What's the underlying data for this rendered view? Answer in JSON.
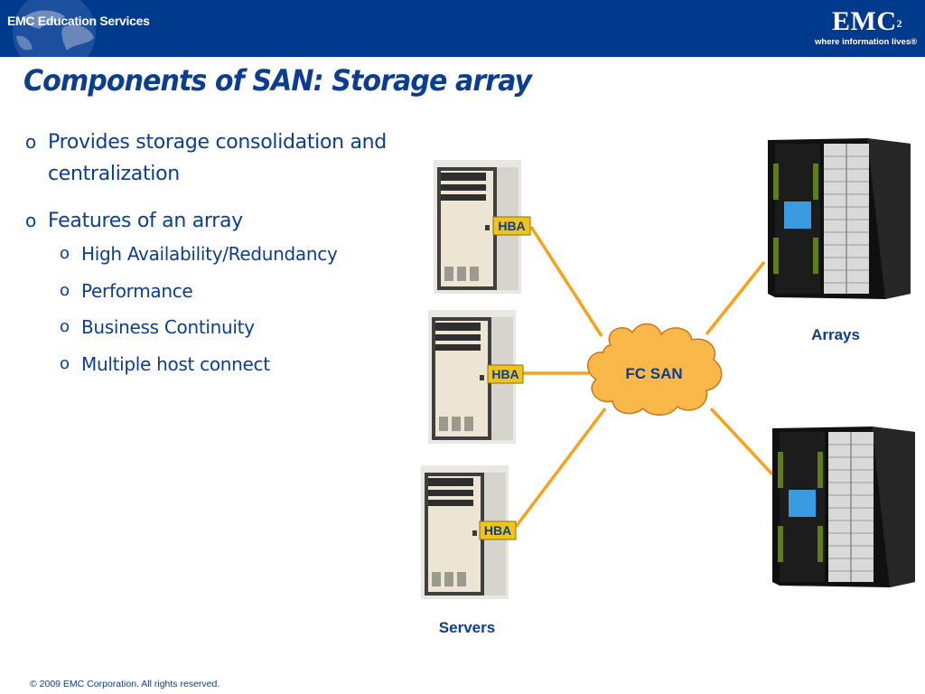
{
  "header": {
    "brand_left": "EMC Education Services",
    "logo_mark": "EMC",
    "logo_superscript": "2",
    "logo_tagline": "where information lives"
  },
  "title": "Components of SAN: Storage array",
  "bullets": {
    "marker": "o",
    "item1": "Provides storage consolidation and centralization",
    "item2": "Features of an array",
    "sub_items": [
      "High Availability/Redundancy",
      "Performance",
      "Business Continuity",
      "Multiple host connect"
    ]
  },
  "diagram": {
    "hba_label": "HBA",
    "fabric_label": "FC SAN",
    "servers_label": "Servers",
    "arrays_label": "Arrays",
    "link_color": "#f5a31a",
    "cloud_fill": "#fbb84a",
    "hba_fill": "#f0c419",
    "icons": [
      "server-tower-icon",
      "storage-array-rack-icon",
      "cloud-icon",
      "globe-icon"
    ]
  },
  "footer": {
    "copyright": "© 2009 EMC Corporation. All rights reserved."
  }
}
